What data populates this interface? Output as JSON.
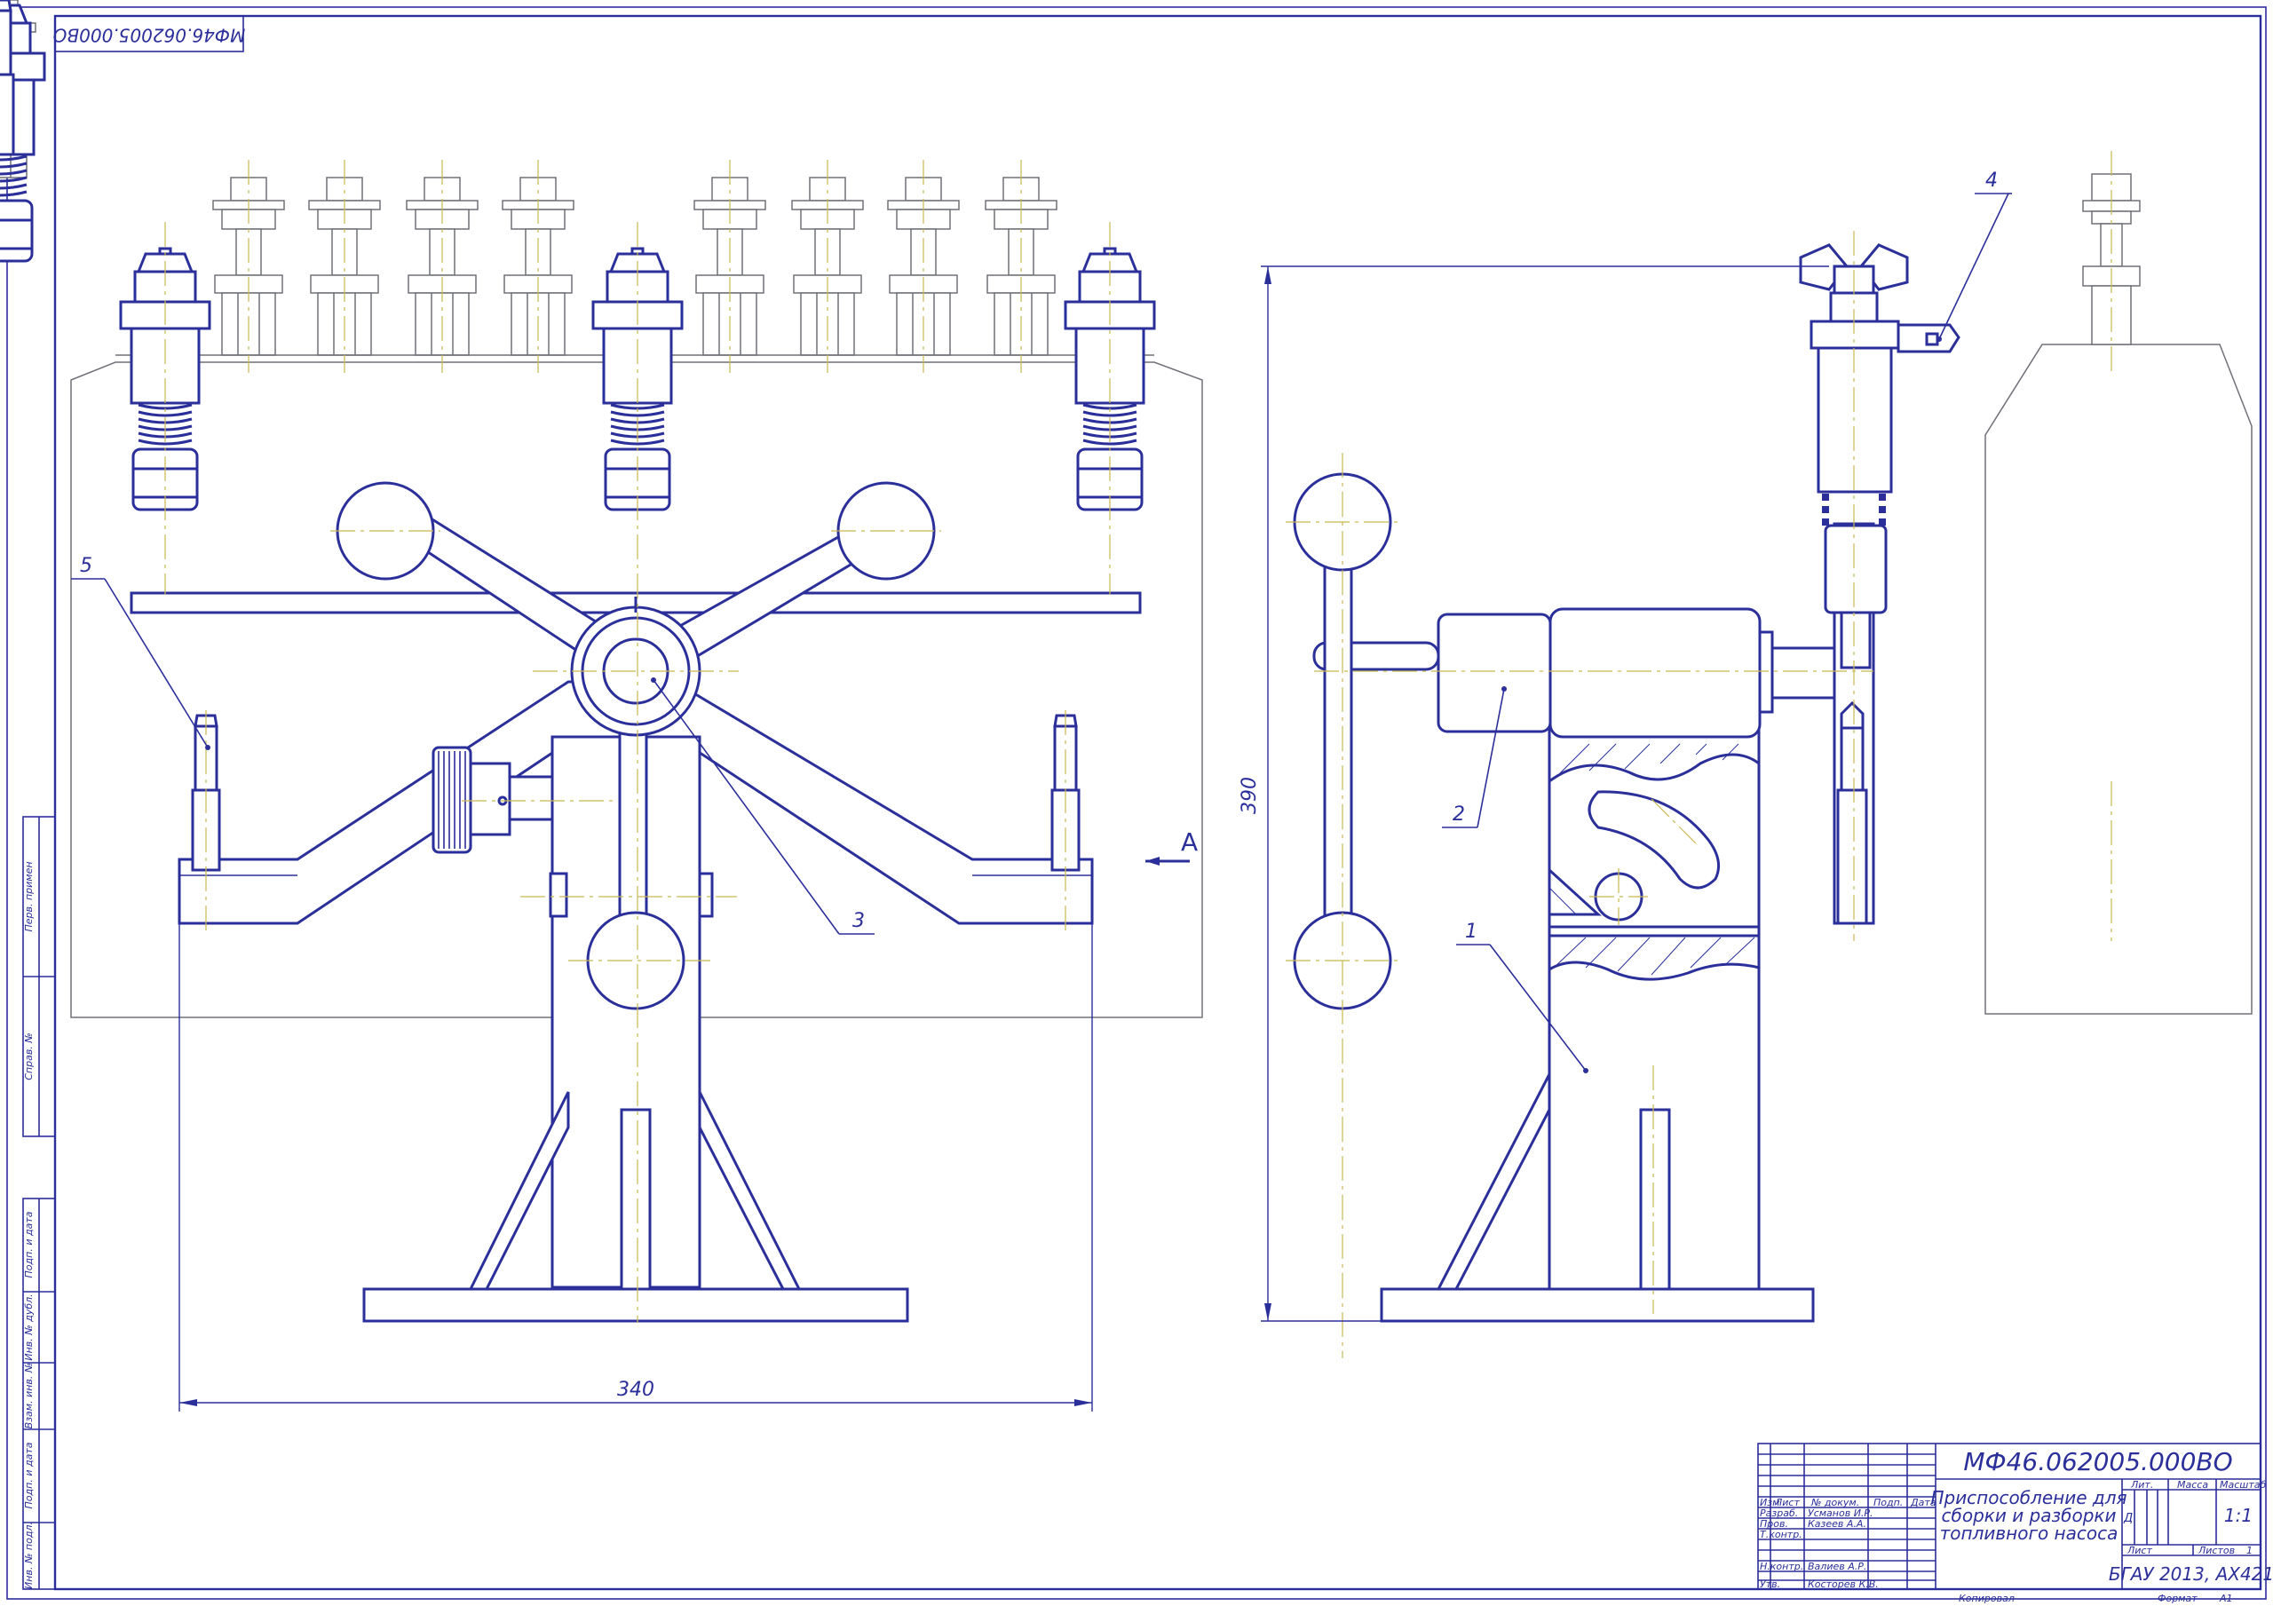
{
  "drawing": {
    "corner_code": "МФ46.062005.000ВО",
    "view_label": "А",
    "dimensions": {
      "width": "340",
      "height": "390"
    },
    "callouts": [
      "1",
      "2",
      "3",
      "4",
      "5"
    ]
  },
  "side_strip": {
    "perv_primen": "Перв. примен",
    "sprav_no": "Справ. №",
    "podp_data_1": "Подп. и дата",
    "inv_dubl": "Инв. № дубл.",
    "vzam_inv": "Взам. инв. №",
    "podp_data_2": "Подп. и дата",
    "inv_podl": "Инв. № подл."
  },
  "title_block": {
    "code": "МФ46.062005.000ВО",
    "title_lines": [
      "Приспособление для",
      "сборки и разборки",
      "топливного насоса"
    ],
    "header": {
      "izm": "Изм",
      "list": "Лист",
      "doc": "№ докум.",
      "podp": "Подп.",
      "data": "Дата"
    },
    "roles": [
      {
        "role": "Разраб.",
        "name": "Усманов И.Р."
      },
      {
        "role": "Пров.",
        "name": "Казеев А.А."
      },
      {
        "role": "Т.контр.",
        "name": ""
      },
      {
        "role": "Н.контр.",
        "name": "Валиев А.Р."
      },
      {
        "role": "Утв.",
        "name": "Косторев К.В."
      }
    ],
    "lit_label": "Лит.",
    "lit_value": "Д",
    "massa_label": "Масса",
    "masshtab_label": "Масштаб",
    "scale": "1:1",
    "sheet_label": "Лист",
    "sheets_label": "Листов",
    "sheets_value": "1",
    "org": "БГАУ 2013, АХ421",
    "kopiroval": "Копировал",
    "format_label": "Формат",
    "format_value": "А1"
  }
}
